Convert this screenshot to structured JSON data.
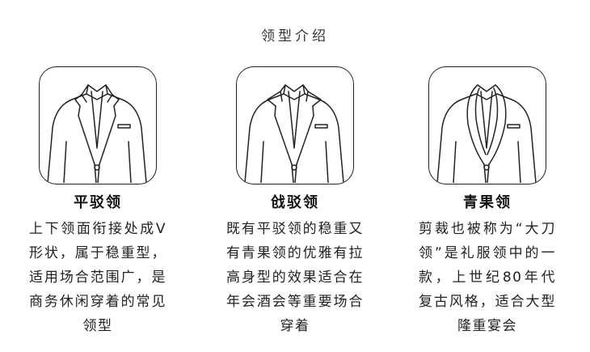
{
  "page": {
    "title": "领型介绍"
  },
  "lapels": [
    {
      "name": "平驳领",
      "icon": "notch-lapel-jacket-icon",
      "description": "上下领面衔接处成V形状，属于稳重型，适用场合范围广，是商务休闲穿着的常见领型"
    },
    {
      "name": "戗驳领",
      "icon": "peak-lapel-jacket-icon",
      "description": "既有平驳领的稳重又有青果领的优雅有拉高身型的效果适合在年会酒会等重要场合穿着"
    },
    {
      "name": "青果领",
      "icon": "shawl-lapel-jacket-icon",
      "description": "剪裁也被称为“大刀领”是礼服领中的一款，上世纪80年代复古风格，适合大型隆重宴会"
    }
  ]
}
